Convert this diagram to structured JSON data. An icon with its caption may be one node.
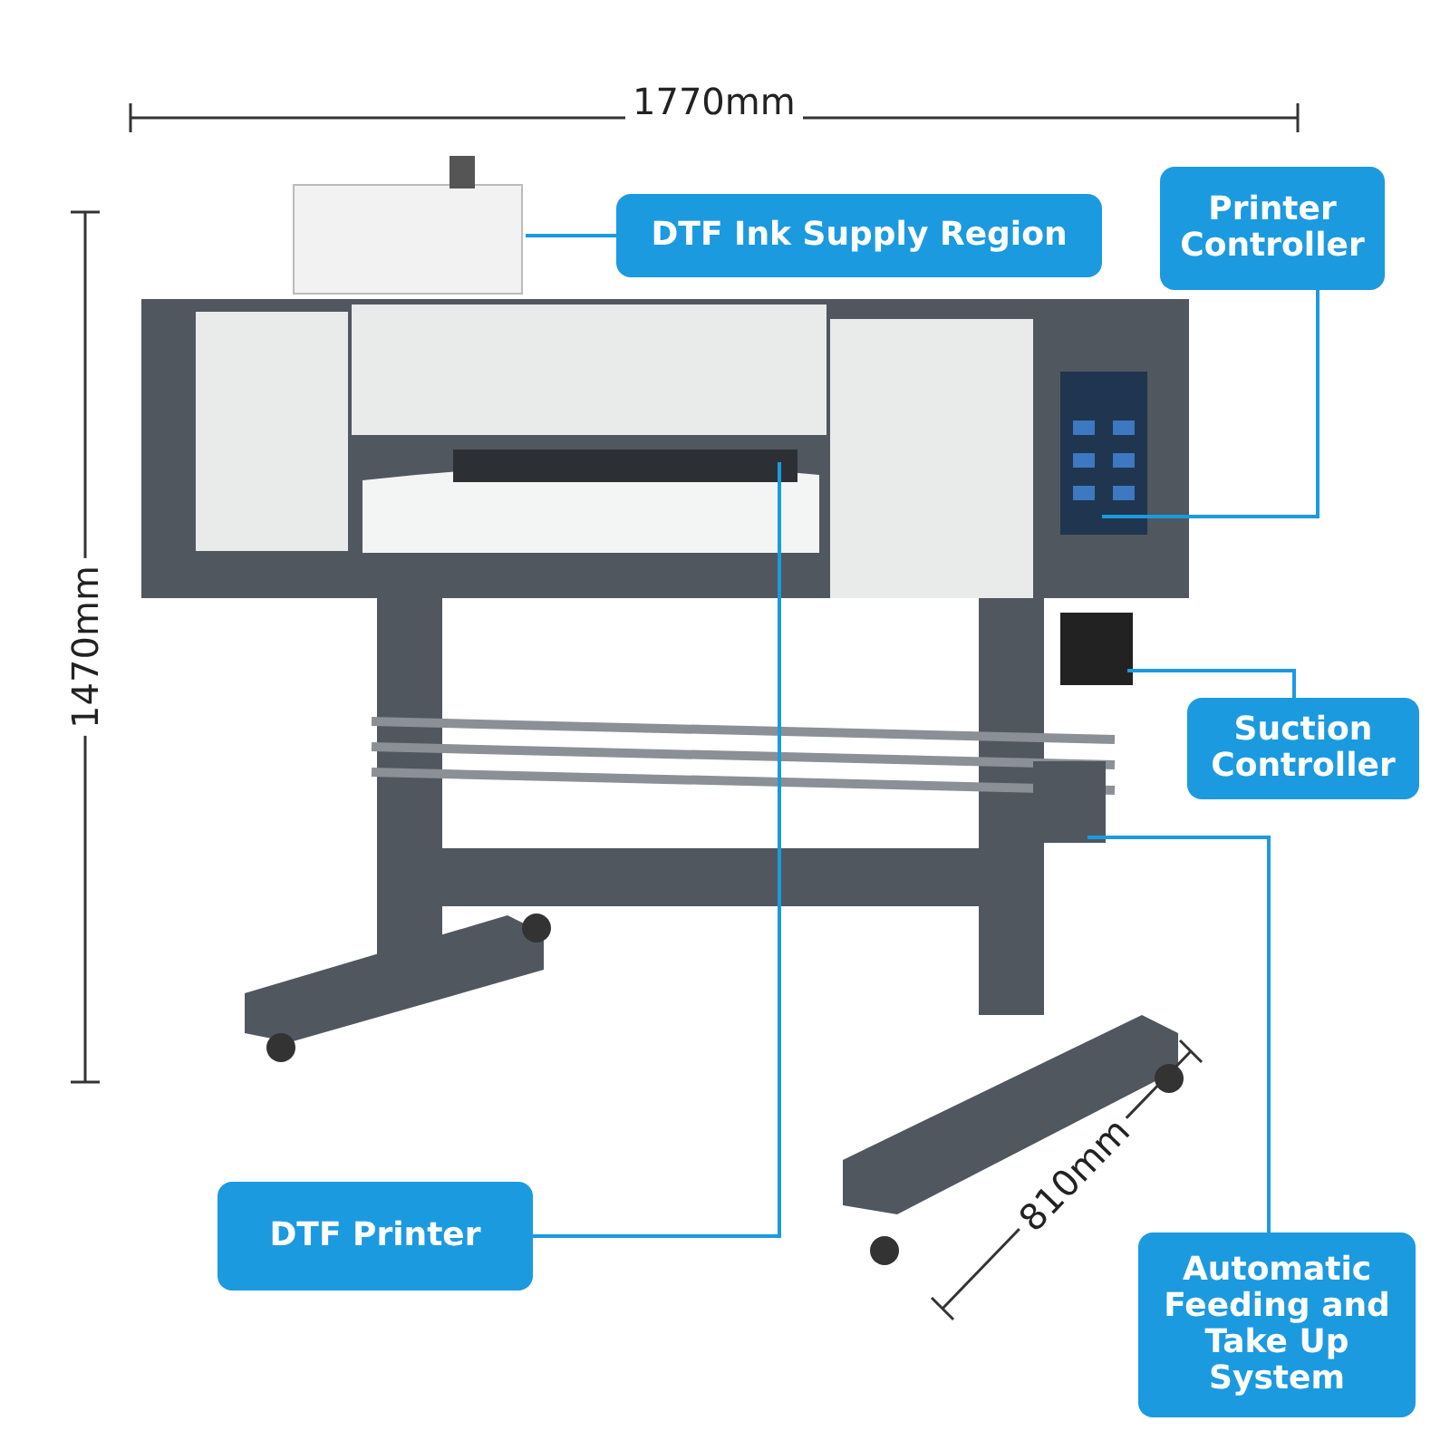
{
  "diagram": {
    "nodes": [
      {
        "text": [
          "DTF Ink Supply Region"
        ]
      },
      {
        "text": [
          "Printer Controller"
        ]
      },
      {
        "text": [
          "Suction Controller"
        ]
      },
      {
        "text": [
          "DTF Printer"
        ]
      },
      {
        "text": [
          "Automatic Feeding and Take Up System"
        ]
      }
    ],
    "edges": [
      {
        "from": 0,
        "to": null,
        "arrow": "none"
      },
      {
        "from": 1,
        "to": null,
        "arrow": "none"
      },
      {
        "from": 2,
        "to": null,
        "arrow": "none"
      },
      {
        "from": 3,
        "to": null,
        "arrow": "none"
      },
      {
        "from": 4,
        "to": null,
        "arrow": "none"
      }
    ],
    "labels": [
      "1770mm",
      "1470mm",
      "810mm"
    ]
  }
}
